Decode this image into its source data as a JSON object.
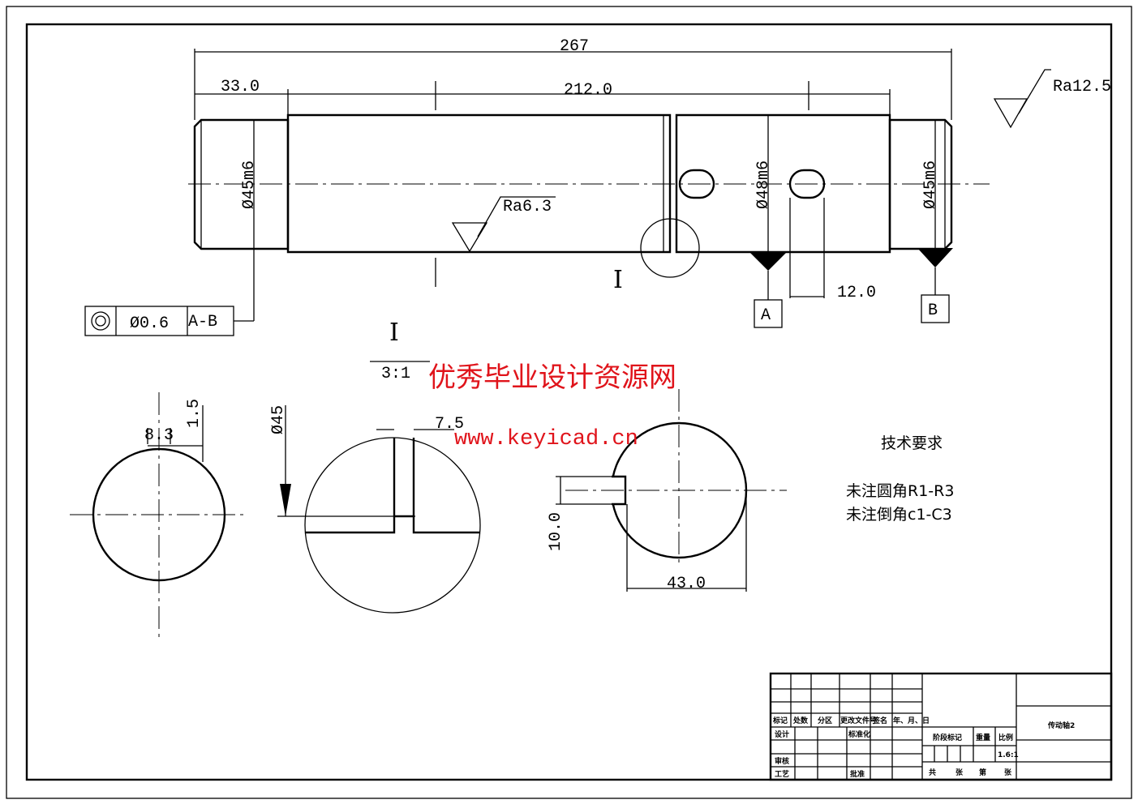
{
  "dimensions": {
    "overall_length": "267",
    "left_step": "33.0",
    "middle_length": "212.0",
    "dia_left": "Ø45m6",
    "dia_middle": "Ø48m6",
    "dia_right": "Ø45m6",
    "keyway_offset": "12.0",
    "spline_width": "8.3",
    "spline_depth": "1.5",
    "section_dia": "Ø45",
    "groove_width": "7.5",
    "key_depth": "10.0",
    "key_section_width": "43.0"
  },
  "roughness": {
    "general": "Ra12.5",
    "surface": "Ra6.3"
  },
  "tolerance_frame": {
    "value": "Ø0.6",
    "datum": "A-B"
  },
  "datums": [
    "A",
    "B"
  ],
  "detail": {
    "marker": "I",
    "label": "I",
    "scale": "3:1"
  },
  "watermark": {
    "line1": "优秀毕业设计资源网",
    "line2": "www.keyicad.cn"
  },
  "tech_requirements": {
    "title": "技术要求",
    "items": [
      "未注圆角R1-R3",
      "未注倒角c1-C3"
    ]
  },
  "title_block": {
    "headers": [
      "标记",
      "处数",
      "分区",
      "更改文件号",
      "签名",
      "年、月、日"
    ],
    "design": "设计",
    "standardize": "标准化",
    "review": "审核",
    "process": "工艺",
    "approve": "批准",
    "stage_mark": "阶段标记",
    "weight": "重量",
    "scale_label": "比例",
    "scale_value": "1.6:1",
    "sheets": [
      "共",
      "张",
      "第",
      "张"
    ],
    "drawing_name": "传动轴2"
  }
}
